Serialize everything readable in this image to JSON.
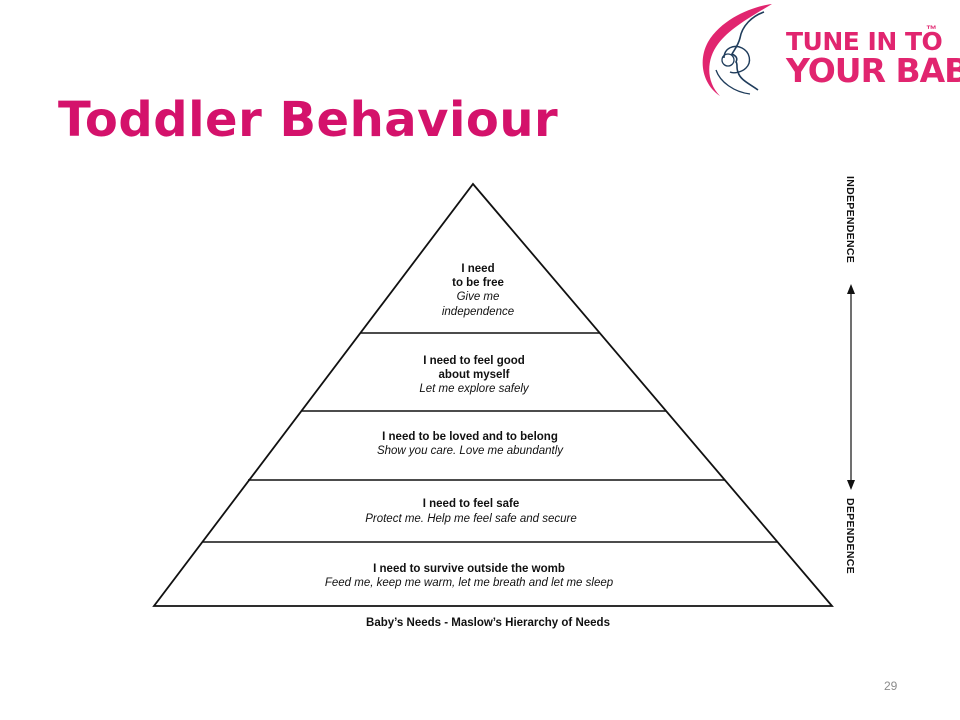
{
  "slide": {
    "title": "Toddler Behaviour",
    "page_number": "29"
  },
  "logo": {
    "line1": "TUNE IN TO",
    "line2": "YOUR BABY",
    "trademark": "™",
    "brand_color": "#e1256f"
  },
  "colors": {
    "title": "#d4126b",
    "diagram_lines": "#111111"
  },
  "diagram": {
    "caption": "Baby’s Needs - Maslow’s Hierarchy of Needs",
    "axis": {
      "top_label": "INDEPENDENCE",
      "bottom_label": "DEPENDENCE"
    },
    "tiers": [
      {
        "lines": [
          {
            "text": "I need",
            "style": "bold"
          },
          {
            "text": "to be free",
            "style": "bold"
          },
          {
            "text": "Give me",
            "style": "italic"
          },
          {
            "text": "independence",
            "style": "italic"
          }
        ]
      },
      {
        "lines": [
          {
            "text": "I need to feel good",
            "style": "bold"
          },
          {
            "text": "about myself",
            "style": "bold"
          },
          {
            "text": "Let me explore safely",
            "style": "italic"
          }
        ]
      },
      {
        "lines": [
          {
            "text": "I need to be loved and to belong",
            "style": "bold"
          },
          {
            "text": "Show you care. Love me abundantly",
            "style": "italic"
          }
        ]
      },
      {
        "lines": [
          {
            "text": "I need to feel safe",
            "style": "bold"
          },
          {
            "text": "Protect me.  Help me feel safe and secure",
            "style": "italic"
          }
        ]
      },
      {
        "lines": [
          {
            "text": "I need to survive outside the womb",
            "style": "bold"
          },
          {
            "text": "Feed me, keep me warm, let me breath and let me sleep",
            "style": "italic"
          }
        ]
      }
    ]
  }
}
